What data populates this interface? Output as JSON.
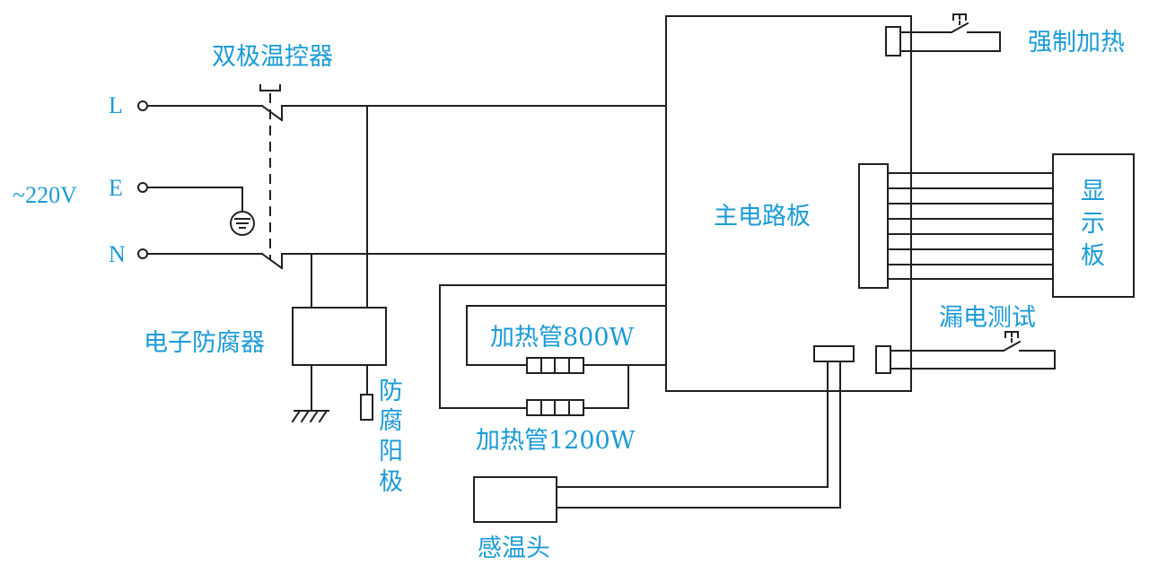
{
  "terminals": {
    "L": "L",
    "E": "E",
    "N": "N",
    "voltage": "~220V"
  },
  "labels": {
    "thermostat": "双极温控器",
    "main_board": "主电路板",
    "force_heat": "强制加热",
    "display_line1": "显",
    "display_line2": "示",
    "display_line3": "板",
    "leak_test": "漏电测试",
    "anticorrosion": "电子防腐器",
    "heater_800": "加热管800W",
    "heater_1200": "加热管1200W",
    "anode_line1": "防",
    "anode_line2": "腐",
    "anode_line3": "阳",
    "anode_line4": "极",
    "sensor": "感温头"
  },
  "colors": {
    "label": "#1a9ad6",
    "line": "#231f20"
  }
}
